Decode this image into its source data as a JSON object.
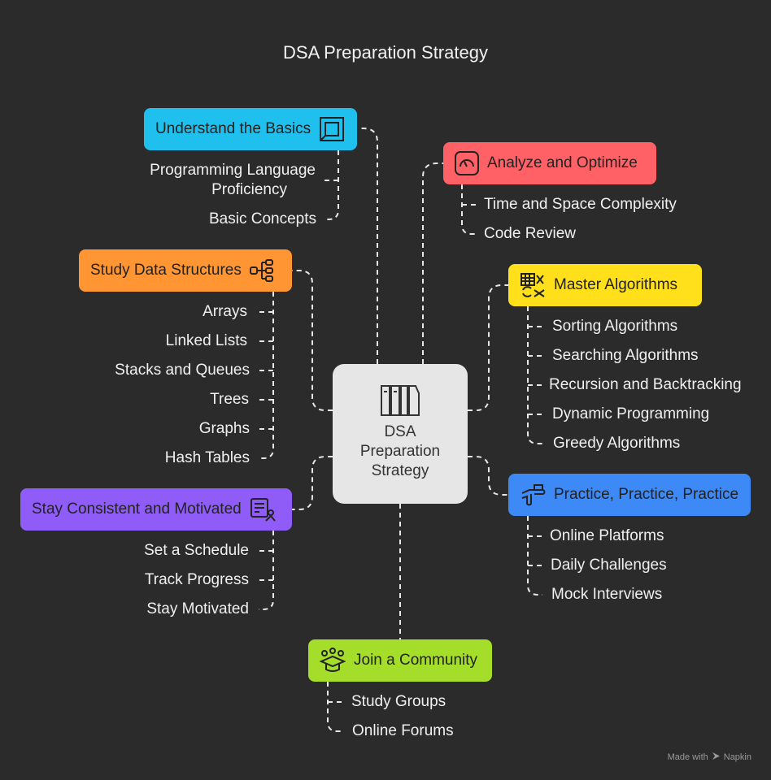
{
  "title": "DSA Preparation Strategy",
  "center": {
    "label_lines": [
      "DSA",
      "Preparation",
      "Strategy"
    ],
    "icon": "books-icon"
  },
  "branches": [
    {
      "id": "basics",
      "label": "Understand the Basics",
      "color": "#1fc0ee",
      "icon": "square-stack-icon",
      "items": [
        [
          "Programming Language",
          "Proficiency"
        ],
        [
          "Basic Concepts"
        ]
      ]
    },
    {
      "id": "analyze",
      "label": "Analyze and Optimize",
      "color": "#ff6166",
      "icon": "speedometer-icon",
      "items": [
        [
          "Time and Space Complexity"
        ],
        [
          "Code Review"
        ]
      ]
    },
    {
      "id": "structures",
      "label": "Study Data Structures",
      "color": "#ff9533",
      "icon": "tree-structure-icon",
      "items": [
        [
          "Arrays"
        ],
        [
          "Linked Lists"
        ],
        [
          "Stacks and Queues"
        ],
        [
          "Trees"
        ],
        [
          "Graphs"
        ],
        [
          "Hash Tables"
        ]
      ]
    },
    {
      "id": "algorithms",
      "label": "Master Algorithms",
      "color": "#ffe01a",
      "icon": "algorithm-grid-icon",
      "items": [
        [
          "Sorting Algorithms"
        ],
        [
          "Searching Algorithms"
        ],
        [
          "Recursion and Backtracking"
        ],
        [
          "Dynamic Programming"
        ],
        [
          "Greedy Algorithms"
        ]
      ]
    },
    {
      "id": "consistent",
      "label": "Stay Consistent and Motivated",
      "color": "#8f5cf7",
      "icon": "checklist-person-icon",
      "items": [
        [
          "Set a Schedule"
        ],
        [
          "Track Progress"
        ],
        [
          "Stay Motivated"
        ]
      ]
    },
    {
      "id": "practice",
      "label": "Practice, Practice, Practice",
      "color": "#3d89f5",
      "icon": "hand-pointing-icon",
      "items": [
        [
          "Online Platforms"
        ],
        [
          "Daily Challenges"
        ],
        [
          "Mock Interviews"
        ]
      ]
    },
    {
      "id": "community",
      "label": "Join a Community",
      "color": "#a4dd2a",
      "icon": "graduation-group-icon",
      "items": [
        [
          "Study Groups"
        ],
        [
          "Online Forums"
        ]
      ]
    }
  ],
  "footer": {
    "made_with": "Made with",
    "brand": "Napkin"
  }
}
